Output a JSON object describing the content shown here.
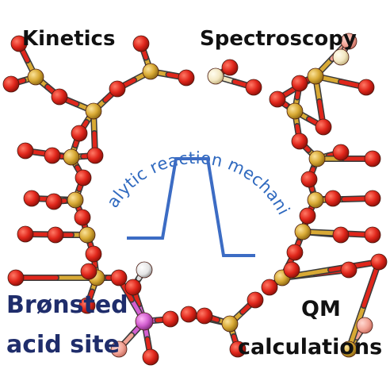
{
  "labels": {
    "kinetics": "Kinetics",
    "spectroscopy": "Spectroscopy",
    "bronsted_line1": "Brønsted",
    "bronsted_line2": "acid site",
    "qm_line1": "QM",
    "qm_line2": "calculations"
  },
  "center": {
    "arc_text": "Catalytic reaction mechanism"
  },
  "colors": {
    "oxygen": "#e0261b",
    "silicon": "#d8a934",
    "aluminum": "#d35fd0",
    "hydrogen": "#ffffff",
    "bond_outline": "#333333",
    "profile_line": "#3c6cc4",
    "arc_text": "#2f69bf",
    "bronsted_text": "#1f2d6b"
  }
}
